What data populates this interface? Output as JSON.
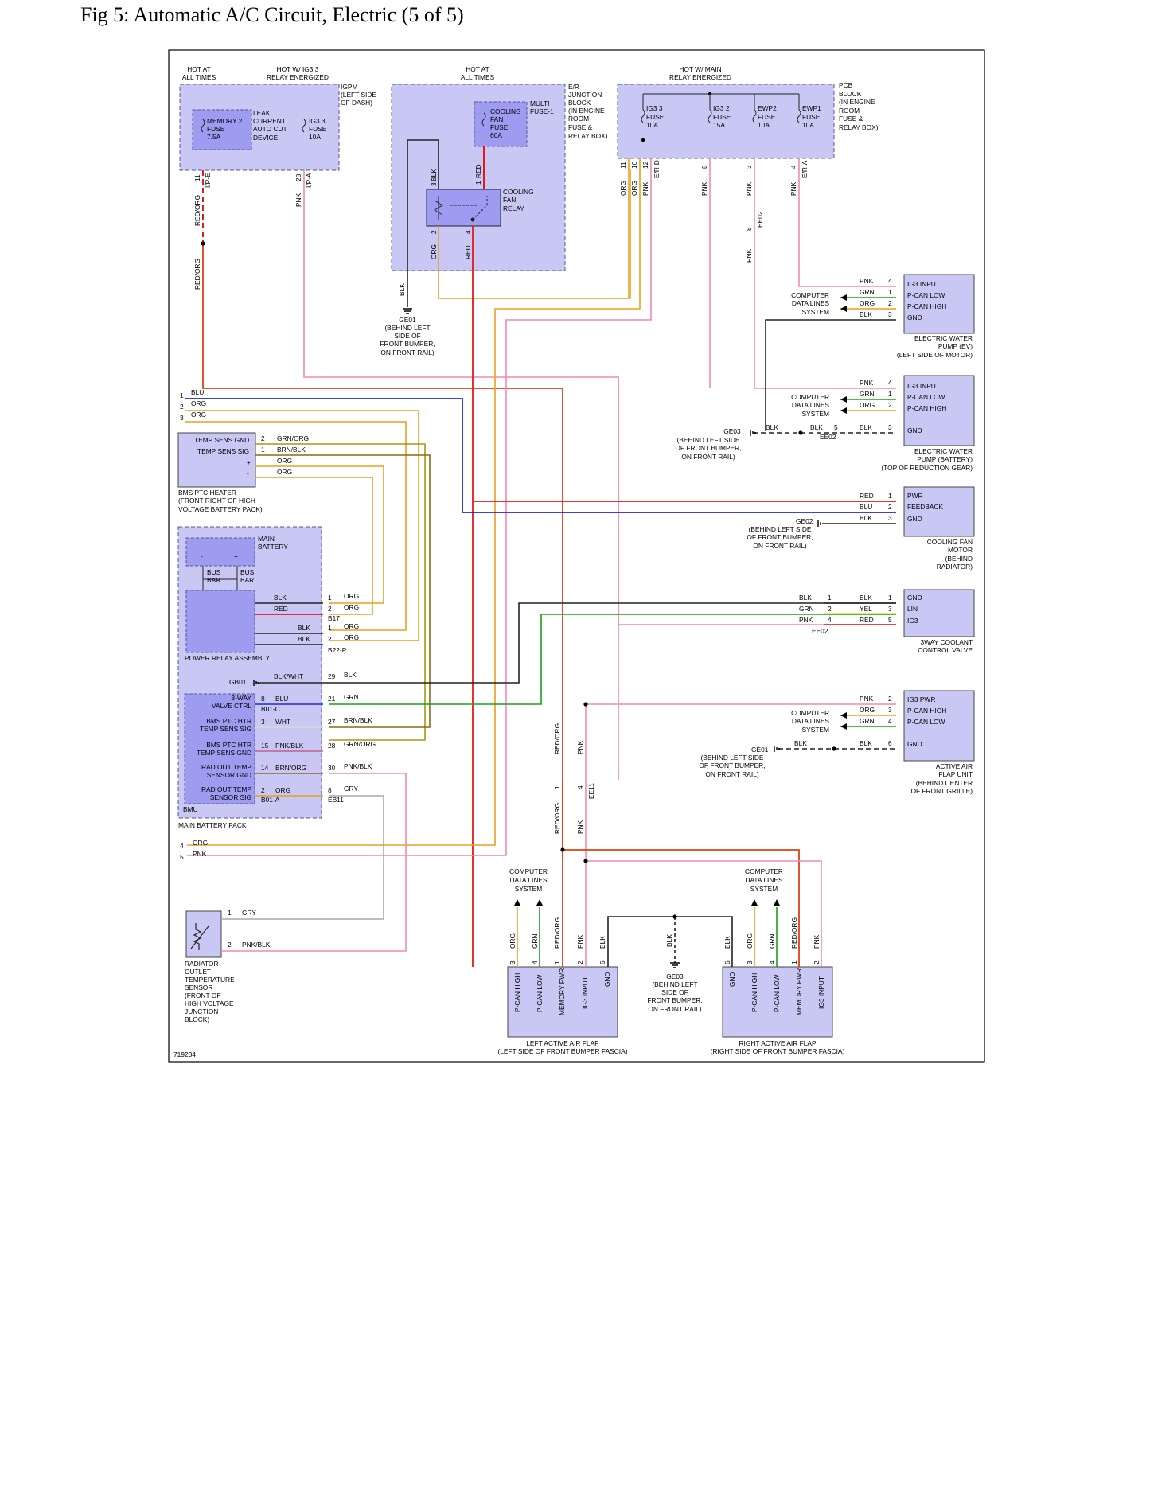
{
  "page": {
    "title": "Fig 5: Automatic A/C Circuit, Electric (5 of 5)"
  },
  "diagram_id": "719234",
  "wire_colors": {
    "RED": "#e01a1a",
    "ORG": "#e8a020",
    "REDORG": "#e04010",
    "BLU": "#1a2ad8",
    "GRN": "#1aa01a",
    "PNK": "#f08ab0",
    "BLK": "#222222",
    "BRN": "#8a6a10",
    "YEL": "#f0e020",
    "GRY": "#a8a8a8",
    "WHT": "#d8d8d8",
    "OLIVE": "#a09a10",
    "box_fill": "#c9c8f5",
    "box_dark": "#9e9cf0",
    "box_stroke": "#555599"
  },
  "labels": {
    "hot_at_all_times_1": "HOT AT",
    "hot_at_all_times_2": "ALL TIMES",
    "hot_ig3_1": "HOT W/ IG3 3",
    "hot_ig3_2": "RELAY ENERGIZED",
    "hot_all_b1": "HOT AT",
    "hot_all_b2": "ALL TIMES",
    "hot_main_1": "HOT W/ MAIN",
    "hot_main_2": "RELAY ENERGIZED",
    "igpm_1": "IGPM",
    "igpm_2": "(LEFT SIDE",
    "igpm_3": "OF DASH)",
    "memory_1": "MEMORY 2",
    "memory_2": "FUSE",
    "memory_3": "7.5A",
    "leak_1": "LEAK",
    "leak_2": "CURRENT",
    "leak_3": "AUTO CUT",
    "leak_4": "DEVICE",
    "ig33_1": "IG3 3",
    "ig33_2": "FUSE",
    "ig33_3": "10A",
    "erj_1": "E/R",
    "erj_2": "JUNCTION",
    "erj_3": "BLOCK",
    "erj_4": "(IN ENGINE",
    "erj_5": "ROOM",
    "erj_6": "FUSE &",
    "erj_7": "RELAY BOX)",
    "cff_1": "COOLING",
    "cff_2": "FAN",
    "cff_3": "FUSE",
    "cff_4": "60A",
    "multi_1": "MULTI",
    "multi_2": "FUSE-1",
    "cfr_1": "COOLING",
    "cfr_2": "FAN",
    "cfr_3": "RELAY",
    "pcb_1": "PCB",
    "pcb_2": "BLOCK",
    "pcb_3": "(IN ENGINE",
    "pcb_4": "ROOM",
    "pcb_5": "FUSE &",
    "pcb_6": "RELAY BOX)",
    "f_ig33_1": "IG3 3",
    "f_ig33_2": "FUSE",
    "f_ig33_3": "10A",
    "f_ig32_1": "IG3 2",
    "f_ig32_2": "FUSE",
    "f_ig32_3": "15A",
    "f_ewp2_1": "EWP2",
    "f_ewp2_2": "FUSE",
    "f_ewp2_3": "10A",
    "f_ewp1_1": "EWP1",
    "f_ewp1_2": "FUSE",
    "f_ewp1_3": "10A",
    "ge01_1": "GE01",
    "ge01_2": "(BEHIND LEFT",
    "ge01_3": "SIDE OF",
    "ge01_4": "FRONT BUMPER,",
    "ge01_5": "ON FRONT RAIL)",
    "cdls_1": "COMPUTER",
    "cdls_2": "DATA LINES",
    "cdls_3": "SYSTEM",
    "ewp_ev_pin1": "IG3 INPUT",
    "ewp_ev_pin2": "P-CAN LOW",
    "ewp_ev_pin3": "P-CAN HIGH",
    "ewp_ev_pin4": "GND",
    "ewp_ev_1": "ELECTRIC WATER",
    "ewp_ev_2": "PUMP (EV)",
    "ewp_ev_3": "(LEFT SIDE OF MOTOR)",
    "ewp_bat_1": "ELECTRIC WATER",
    "ewp_bat_2": "PUMP (BATTERY)",
    "ewp_bat_3": "(TOP OF REDUCTION GEAR)",
    "ge03_1": "GE03",
    "ge03_2": "(BEHIND LEFT SIDE",
    "ge03_3": "OF FRONT BUMPER,",
    "ge03_4": "ON FRONT RAIL)",
    "cfm_pin1": "PWR",
    "cfm_pin2": "FEEDBACK",
    "cfm_pin3": "GND",
    "cfm_1": "COOLING FAN",
    "cfm_2": "MOTOR",
    "cfm_3": "(BEHIND",
    "cfm_4": "RADIATOR)",
    "ge02_1": "GE02",
    "ge02_2": "(BEHIND LEFT SIDE",
    "ge02_3": "OF FRONT BUMPER,",
    "ge02_4": "ON FRONT RAIL)",
    "ccv_pin1": "GND",
    "ccv_pin2": "LIN",
    "ccv_pin3": "IG3",
    "ccv_1": "3WAY COOLANT",
    "ccv_2": "CONTROL VALVE",
    "aaf_pin1": "IG3 PWR",
    "aaf_pin2": "P-CAN HIGH",
    "aaf_pin3": "P-CAN LOW",
    "aaf_pin4": "GND",
    "ge01b_1": "GE01",
    "ge01b_2": "(BEHIND LEFT SIDE",
    "ge01b_3": "OF FRONT BUMPER,",
    "ge01b_4": "ON FRONT RAIL)",
    "aaf_1": "ACTIVE AIR",
    "aaf_2": "FLAP UNIT",
    "aaf_3": "(BEHIND CENTER",
    "aaf_4": "OF FRONT GRILLE)",
    "tsg": "TEMP SENS GND",
    "tss": "TEMP SENS SIG",
    "bms_1": "BMS PTC HEATER",
    "bms_2": "(FRONT RIGHT OF HIGH",
    "bms_3": "VOLTAGE BATTERY PACK)",
    "mainbat_1": "MAIN",
    "mainbat_2": "BATTERY",
    "busbar_1": "BUS",
    "busbar_2": "BAR",
    "pra": "POWER RELAY ASSEMBLY",
    "gb01": "GB01",
    "bmu_pin1a": "3-WAY",
    "bmu_pin1b": "VALVE CTRL",
    "bmu_pin2a": "BMS PTC HTR",
    "bmu_pin2b": "TEMP SENS SIG",
    "bmu_pin3a": "BMS PTC HTR",
    "bmu_pin3b": "TEMP SENS GND",
    "bmu_pin4a": "RAD OUT TEMP",
    "bmu_pin4b": "SENSOR GND",
    "bmu_pin5a": "RAD OUT TEMP",
    "bmu_pin5b": "SENSOR SIG",
    "bmu": "BMU",
    "mbp": "MAIN BATTERY PACK",
    "rad_1": "RADIATOR",
    "rad_2": "OUTLET",
    "rad_3": "TEMPERATURE",
    "rad_4": "SENSOR",
    "rad_5": "(FRONT OF",
    "rad_6": "HIGH VOLTAGE",
    "rad_7": "JUNCTION",
    "rad_8": "BLOCK)",
    "laf_pin1": "P-CAN HIGH",
    "laf_pin2": "P-CAN LOW",
    "laf_pin3": "MEMORY PWR",
    "laf_pin4": "IG3 INPUT",
    "laf_pin5": "GND",
    "laf_1": "LEFT ACTIVE AIR FLAP",
    "laf_2": "(LEFT SIDE OF FRONT BUMPER FASCIA)",
    "raf_pin1": "GND",
    "raf_pin2": "P-CAN HIGH",
    "raf_pin3": "P-CAN LOW",
    "raf_pin4": "MEMORY PWR",
    "raf_pin5": "IG3 INPUT",
    "raf_1": "RIGHT ACTIVE AIR FLAP",
    "raf_2": "(RIGHT SIDE OF FRONT BUMPER FASCIA)",
    "ge03b_1": "GE03",
    "ge03b_2": "(BEHIND LEFT",
    "ge03b_3": "SIDE OF",
    "ge03b_4": "FRONT BUMPER,",
    "ge03b_5": "ON FRONT RAIL)",
    "conn_ipe": "I/P-E",
    "conn_ipa": "I/P-A",
    "conn_erd": "E/R-D",
    "conn_era": "E/R-A",
    "conn_ee02": "EE02",
    "conn_b17": "B17",
    "conn_b22p": "B22-P",
    "conn_b01c": "B01-C",
    "conn_b01a": "B01-A",
    "conn_eb11": "EB11",
    "conn_ee11": "EE11",
    "w_blu": "BLU",
    "w_org": "ORG",
    "w_grnorg": "GRN/ORG",
    "w_brnblk": "BRN/BLK",
    "w_blk": "BLK",
    "w_red": "RED",
    "w_blkwht": "BLK/WHT",
    "w_grn": "GRN",
    "w_wht": "WHT",
    "w_pnkblk": "PNK/BLK",
    "w_brnorg": "BRN/ORG",
    "w_gry": "GRY",
    "w_pnk": "PNK",
    "w_redorg": "RED/ORG",
    "w_yel": "YEL",
    "p1": "1",
    "p2": "2",
    "p3": "3",
    "p4": "4",
    "p5": "5",
    "p6": "6",
    "p8": "8",
    "p10": "10",
    "p11": "11",
    "p12": "12",
    "p14": "14",
    "p15": "15",
    "p21": "21",
    "p27": "27",
    "p28": "28",
    "p29": "29",
    "p30": "30",
    "plus": "+",
    "minus": "-"
  }
}
